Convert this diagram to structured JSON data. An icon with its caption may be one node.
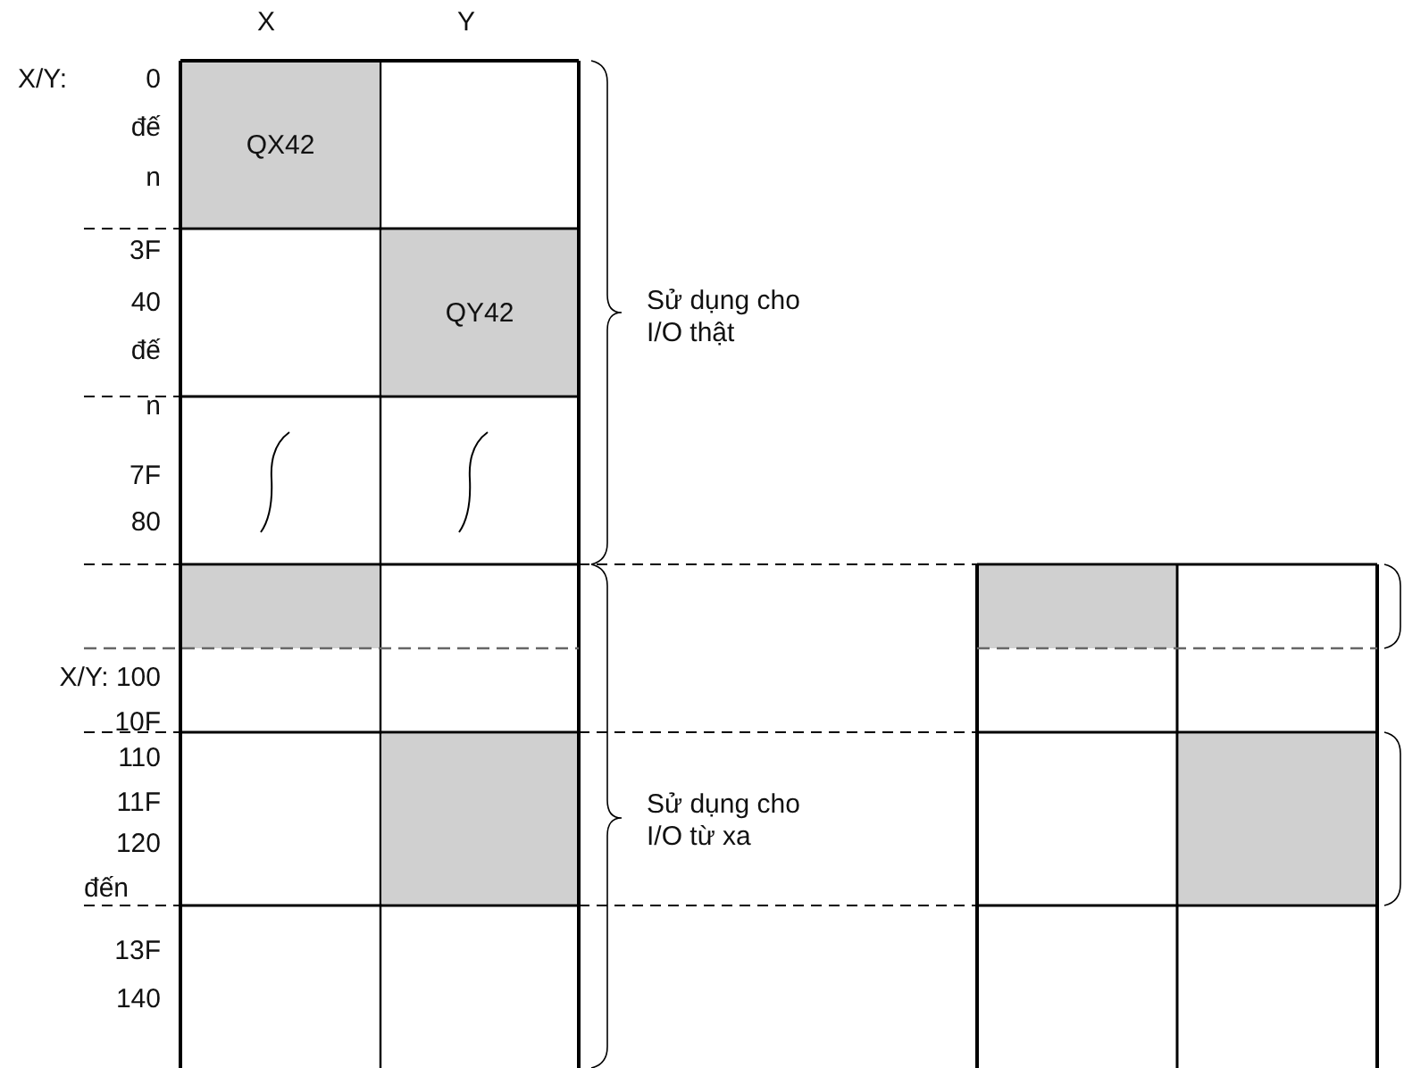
{
  "diagram": {
    "nodes": [
      {
        "text": [
          "QX42"
        ]
      },
      {
        "text": [
          "QY42"
        ]
      },
      {
        "text": [],
        "shape": "box"
      },
      {
        "text": [],
        "shape": "box"
      },
      {
        "text": [],
        "shape": "box"
      },
      {
        "text": [],
        "shape": "box"
      }
    ],
    "labels": [
      "X",
      "Y",
      "X/Y:",
      "0",
      "đế",
      "n",
      "3F",
      "40",
      "đế",
      "n",
      "7F",
      "80",
      "Sử dụng cho I/O thật",
      "X/Y: 100",
      "10F",
      "110",
      "11F",
      "120",
      "đến",
      "13F",
      "140",
      "Sử dụng cho I/O từ xa"
    ]
  }
}
